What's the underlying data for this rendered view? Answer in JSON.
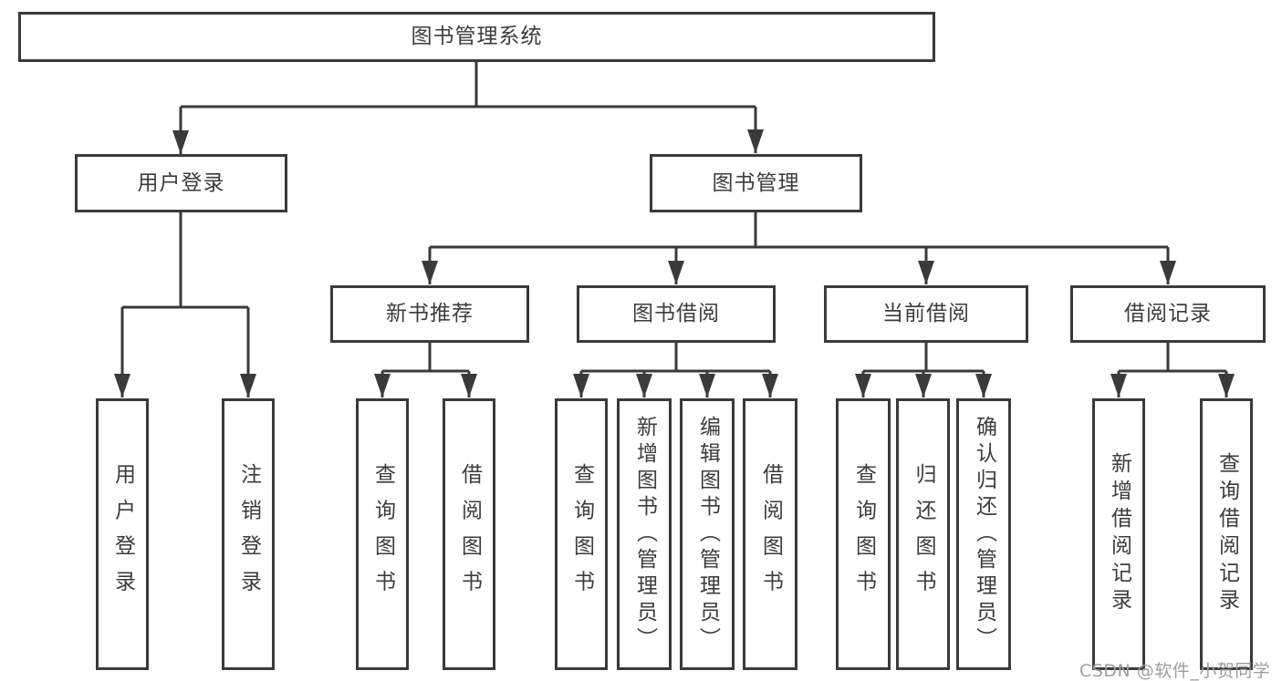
{
  "root": {
    "label": "图书管理系统"
  },
  "branches": [
    {
      "label": "用户登录"
    },
    {
      "label": "图书管理"
    }
  ],
  "modules": [
    {
      "label": "新书推荐"
    },
    {
      "label": "图书借阅"
    },
    {
      "label": "当前借阅"
    },
    {
      "label": "借阅记录"
    }
  ],
  "leaves": [
    {
      "label": "用户登录"
    },
    {
      "label": "注销登录"
    },
    {
      "label": "查询图书"
    },
    {
      "label": "借阅图书"
    },
    {
      "label": "查询图书"
    },
    {
      "label": "新增图书（管理员）"
    },
    {
      "label": "编辑图书（管理员）"
    },
    {
      "label": "借阅图书"
    },
    {
      "label": "查询图书"
    },
    {
      "label": "归还图书"
    },
    {
      "label": "确认归还（管理员）"
    },
    {
      "label": "新增借阅记录"
    },
    {
      "label": "查询借阅记录"
    }
  ],
  "watermark": {
    "text": "CSDN @软件_小贺同学"
  },
  "colors": {
    "line": "#3a3a3a",
    "text": "#3c3c3c",
    "box_background": "#ffffff",
    "watermark": "#9e9e9e"
  }
}
